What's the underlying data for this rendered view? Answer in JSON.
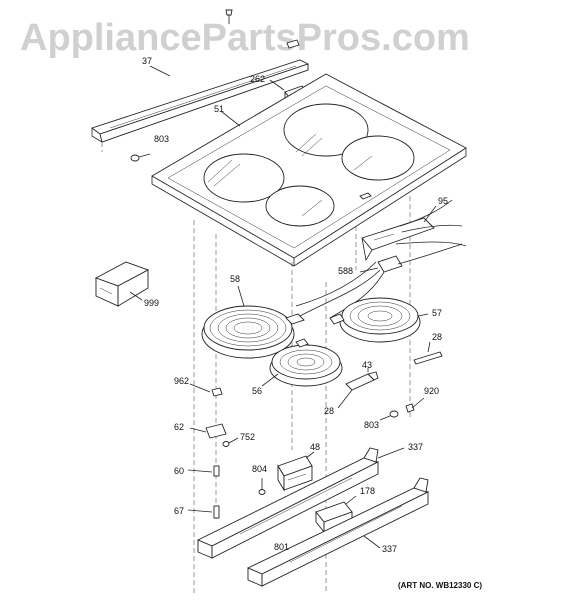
{
  "watermark": "AppliancePartsPros.com",
  "art_number": "(ART NO. WB12330 C)",
  "callouts": {
    "c37": "37",
    "c262": "262",
    "c51": "51",
    "c803a": "803",
    "c95": "95",
    "c999": "999",
    "c588": "588",
    "c58": "58",
    "c57": "57",
    "c28a": "28",
    "c43": "43",
    "c56": "56",
    "c962": "962",
    "c920": "920",
    "c28b": "28",
    "c803b": "803",
    "c62": "62",
    "c752": "752",
    "c48": "48",
    "c337a": "337",
    "c804": "804",
    "c60": "60",
    "c178": "178",
    "c67": "67",
    "c801": "801",
    "c337b": "337"
  }
}
